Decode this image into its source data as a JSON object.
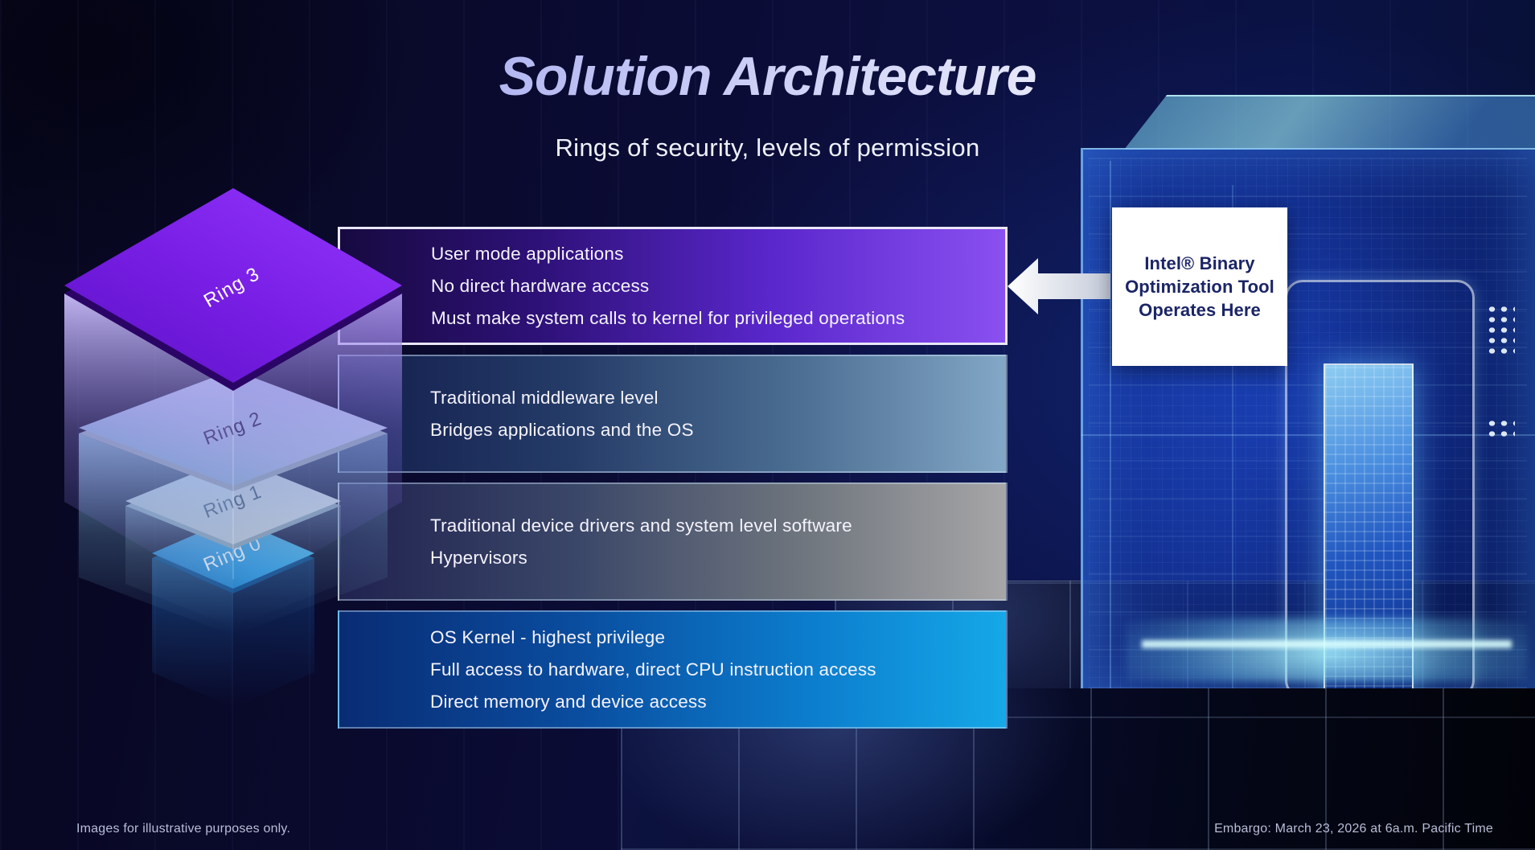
{
  "slide": {
    "title": "Solution Architecture",
    "subtitle": "Rings of security, levels of permission",
    "footer_left": "Images for illustrative purposes only.",
    "footer_right": "Embargo: March 23, 2026 at 6a.m. Pacific Time"
  },
  "rings": [
    {
      "id": "ring3",
      "label": "Ring 3",
      "lines": [
        "User mode applications",
        "No direct hardware access",
        "Must make system calls to kernel for privileged operations"
      ]
    },
    {
      "id": "ring2",
      "label": "Ring 2",
      "lines": [
        "Traditional middleware level",
        "Bridges applications and the OS"
      ]
    },
    {
      "id": "ring1",
      "label": "Ring 1",
      "lines": [
        "Traditional device drivers and system level software",
        "Hypervisors"
      ]
    },
    {
      "id": "ring0",
      "label": "Ring 0",
      "lines": [
        "OS Kernel - highest privilege",
        "Full access to hardware, direct CPU instruction access",
        "Direct memory and device access"
      ]
    }
  ],
  "callout": {
    "lines": [
      "Intel® Binary",
      "Optimization Tool",
      "Operates Here"
    ]
  },
  "colors": {
    "ring3_accent": "#8a50f0",
    "ring2_accent": "#83a7c6",
    "ring1_accent": "#a7a6a8",
    "ring0_accent": "#15a8e8",
    "background": "#0a0a30",
    "callout_text": "#1b2566",
    "title_gradient_start": "#8b90e8",
    "title_gradient_end": "#ffffff"
  }
}
